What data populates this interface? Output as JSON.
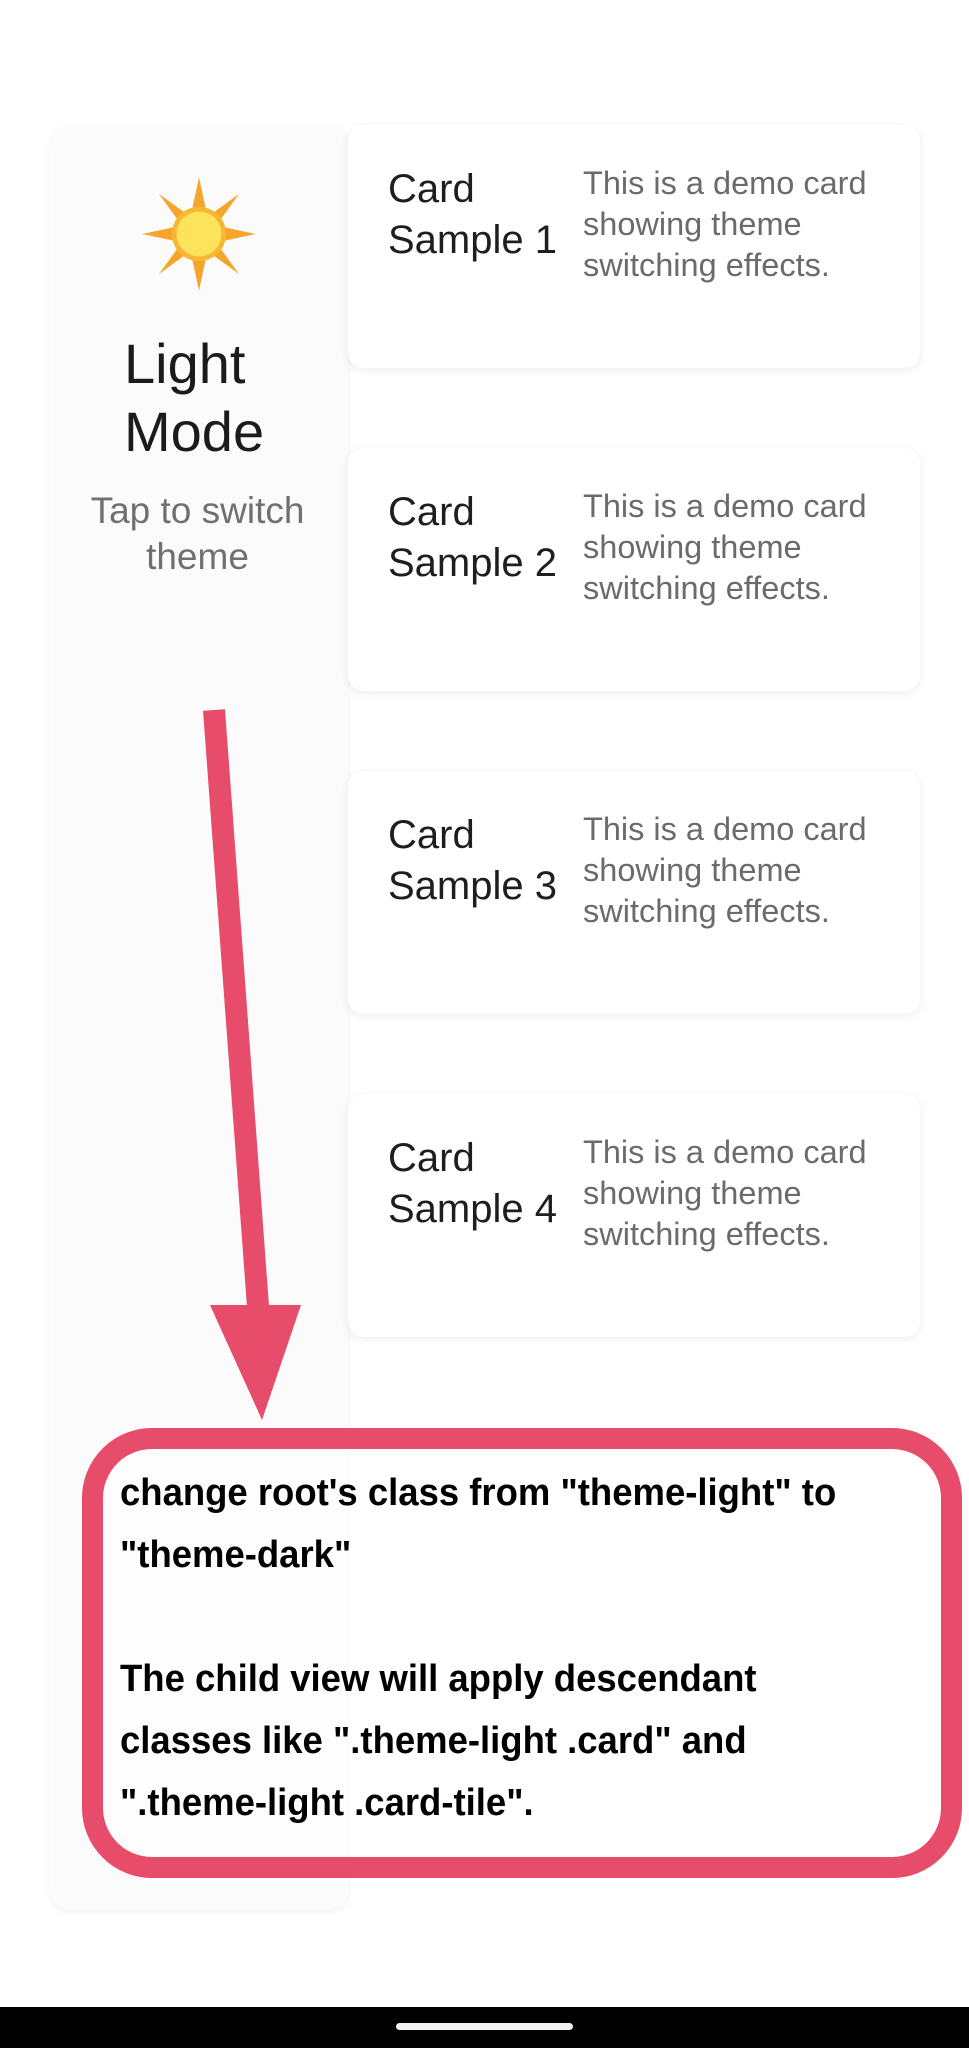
{
  "theme_panel": {
    "icon": "sun-icon",
    "title": "Light Mode",
    "hint": "Tap to switch theme"
  },
  "cards": [
    {
      "title": "Card Sample 1",
      "description": "This is a demo card showing theme switching effects."
    },
    {
      "title": "Card Sample 2",
      "description": "This is a demo card showing theme switching effects."
    },
    {
      "title": "Card Sample 3",
      "description": "This is a demo card showing theme switching effects."
    },
    {
      "title": "Card Sample 4",
      "description": "This is a demo card showing theme switching effects."
    }
  ],
  "annotation": {
    "line1": "change root's class from \"theme-light\" to",
    "line2": "\"theme-dark\"",
    "line3": "The child view will apply descendant",
    "line4": "classes like \".theme-light .card\" and",
    "line5": "\".theme-light .card-tile\".",
    "color": "#e84c6b"
  },
  "colors": {
    "accent": "#e84c6b",
    "sun": "#f5a623"
  }
}
